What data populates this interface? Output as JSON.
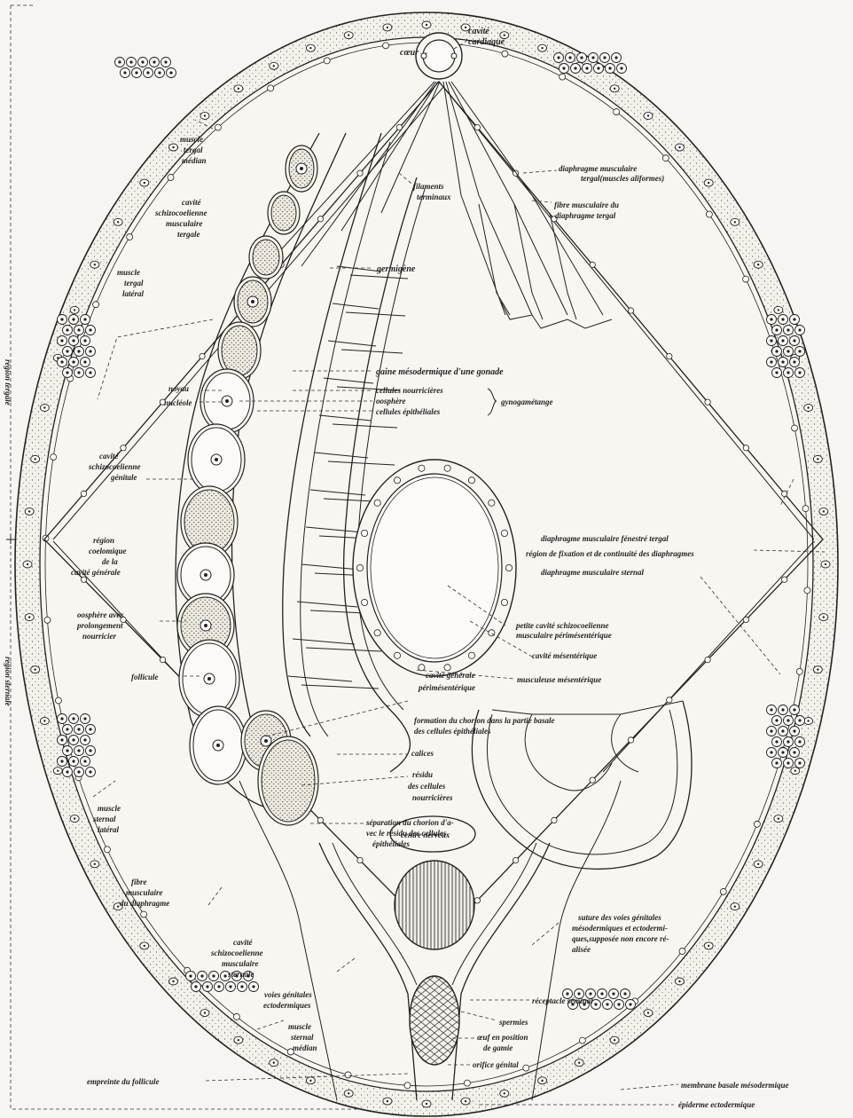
{
  "labels": {
    "coeur": "cœur",
    "cavite_cardiaque_1": "cavité",
    "cavite_cardiaque_2": "cardiaque",
    "muscle_tergal_median": [
      "muscle",
      "tergal",
      "médian"
    ],
    "diaphragme_musc_tergal": [
      "diaphragme musculaire",
      "tergal(muscles aliformes)"
    ],
    "filaments_terminaux": [
      "filaments",
      "terminaux"
    ],
    "cavite_schizo_tergale": [
      "cavité",
      "schizocoelienne",
      "musculaire",
      "tergale"
    ],
    "fibre_musc_diaphragme_tergal": [
      "fibre musculaire du",
      "diaphragme tergal"
    ],
    "muscle_tergal_lateral": [
      "muscle",
      "tergal",
      "latéral"
    ],
    "germigene": "germigène",
    "gaine": "gaine mésodermique d'une gonade",
    "cellules_nourricieres": "cellules nourricières",
    "oosphere": "oosphère",
    "cellules_epitheliales": "cellules épithéliales",
    "gynogametange": "gynogamétange",
    "noyau": "noyau",
    "nucleole": "nucléole",
    "cavite_schizo_genitale": [
      "cavité",
      "schizocoelienne",
      "génitale"
    ],
    "region_coelomique": [
      "région",
      "coelomique",
      "de la",
      "cavité générale"
    ],
    "diaphragme_fenestre": "diaphragme musculaire fénestré tergal",
    "region_fixation": "région de fixation et de continuité des diaphragmes",
    "diaphragme_sternal": "diaphragme musculaire sternal",
    "oosphere_prolongement": [
      "oosphère avec",
      "prolongement",
      "nourricier"
    ],
    "petite_cavite": [
      "petite cavité schizocoelienne",
      "musculaire périmésentérique"
    ],
    "cavite_mesenterique": "cavité mésentérique",
    "follicule": "follicule",
    "cavite_generale_peri": [
      "cavité générale",
      "périmésentérique"
    ],
    "musculeuse": "musculeuse mésentérique",
    "formation_chorion": [
      "formation du chorion dans la partie basale",
      "des cellules épithéliales"
    ],
    "calices": "calices",
    "residu": [
      "résidu",
      "des cellules",
      "nourricières"
    ],
    "muscle_sternal_lateral": [
      "muscle",
      "sternal",
      "latéral"
    ],
    "separation_chorion": [
      "séparation du chorion d'a-",
      "vec le résidu des cellules",
      "épithéliales"
    ],
    "fibre_musc_diaphragme": [
      "fibre",
      "musculaire",
      "du diaphragme"
    ],
    "centre_nerveux": "centre nerveux",
    "suture": [
      "suture des voies génitales",
      "mésodermiques et ectodermi-",
      "ques,supposée non encore ré-",
      "alisée"
    ],
    "cavite_schizo_sternale": [
      "cavité",
      "schizocoelienne",
      "musculaire",
      "sternale"
    ],
    "voies_genitales": [
      "voies génitales",
      "ectodermiques"
    ],
    "receptacle": "réceptacle séminal",
    "spermies": "spermies",
    "muscle_sternal_median": [
      "muscle",
      "sternal",
      "médian"
    ],
    "oeuf_position": [
      "œuf en position",
      "de gamie"
    ],
    "orifice": "orifice génital",
    "empreinte": "empreinte du follicule",
    "membrane_basale": "membrane basale mésodermique",
    "epiderme": "épiderme ectodermique",
    "region_tergale": "région tergale",
    "region_sternale": "région sternale"
  },
  "colors": {
    "ink": "#222222",
    "paper": "#f6f5f1"
  }
}
